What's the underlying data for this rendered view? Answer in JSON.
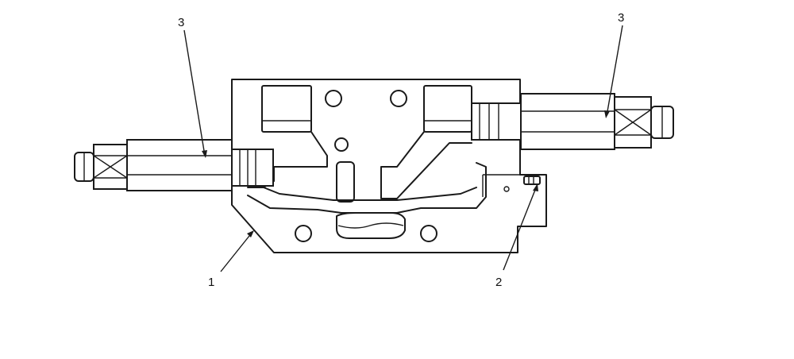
{
  "callouts": {
    "c1": "1",
    "c2": "2",
    "c3_left": "3",
    "c3_right": "3"
  },
  "colors": {
    "line": "#1a1a1a",
    "background": "#ffffff"
  }
}
